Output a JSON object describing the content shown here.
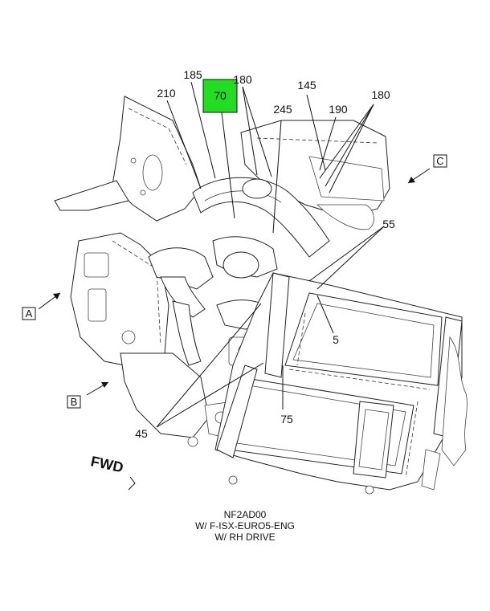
{
  "callouts": {
    "c185": "185",
    "c180a": "180",
    "c70": "70",
    "c210": "210",
    "c145": "145",
    "c180b": "180",
    "c190": "190",
    "c245": "245",
    "c55": "55",
    "c5": "5",
    "c75": "75",
    "c45": "45"
  },
  "view_labels": {
    "a": "A",
    "b": "B",
    "c": "C"
  },
  "fwd_label": "FWD",
  "caption": {
    "line1": "NF2AD00",
    "line2": "W/ F-ISX-EURO5-ENG",
    "line3": "W/ RH DRIVE"
  },
  "highlight_color": "#22dd22"
}
